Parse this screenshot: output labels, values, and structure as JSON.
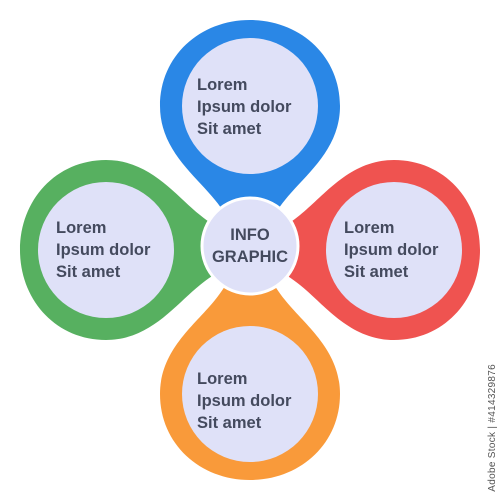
{
  "center": {
    "line1": "INFO",
    "line2": "GRAPHIC"
  },
  "petals": {
    "top": {
      "line1": "Lorem",
      "line2": "Ipsum dolor",
      "line3": "Sit amet",
      "color": "#2a87e6"
    },
    "left": {
      "line1": "Lorem",
      "line2": "Ipsum dolor",
      "line3": "Sit amet",
      "color": "#57b060"
    },
    "right": {
      "line1": "Lorem",
      "line2": "Ipsum dolor",
      "line3": "Sit amet",
      "color": "#ef5350"
    },
    "bottom": {
      "line1": "Lorem",
      "line2": "Ipsum dolor",
      "line3": "Sit amet",
      "color": "#f99a3a"
    }
  },
  "fill_color": "#dfe1f8",
  "watermark": "Adobe Stock | #414329876"
}
